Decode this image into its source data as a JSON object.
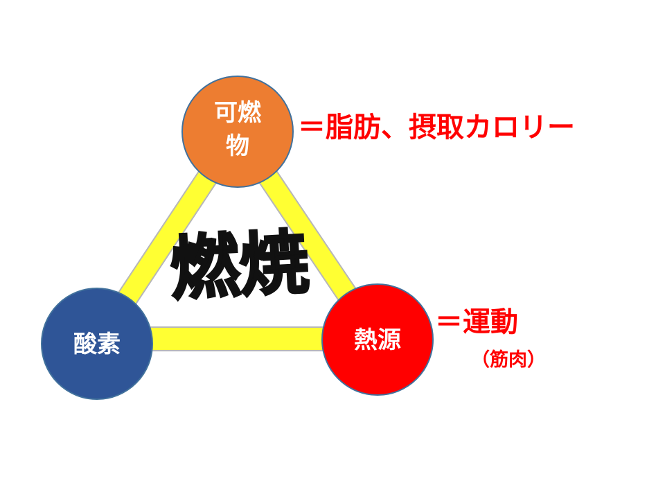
{
  "center": {
    "label": "燃焼",
    "triangle_color": "#ffff33",
    "triangle_outline": "#b7b7b7"
  },
  "nodes": {
    "combustible": {
      "line1": "可燃",
      "line2": "物",
      "color": "#ed7d31"
    },
    "oxygen": {
      "label": "酸素",
      "color": "#2f5597"
    },
    "heat": {
      "label": "熱源",
      "color": "#ff0000"
    }
  },
  "notes": {
    "combustible": "＝脂肪、摂取カロリー",
    "heat": "＝運動",
    "heat_sub": "（筋肉）",
    "color": "#ff0000"
  }
}
